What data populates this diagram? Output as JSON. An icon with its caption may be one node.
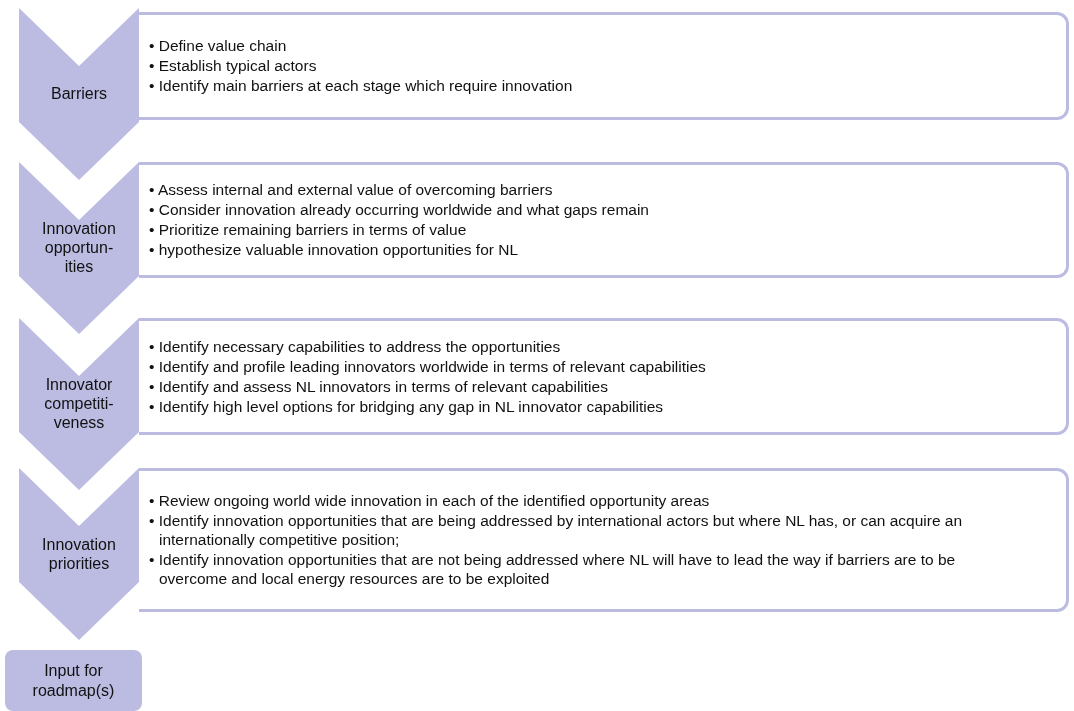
{
  "diagram": {
    "nodes": [
      {
        "text": [
          "Barriers"
        ]
      },
      {
        "text": [
          "• Define value chain",
          "• Establish typical actors",
          "• Identify main barriers at each stage which require innovation"
        ]
      },
      {
        "text": [
          "Innovation opportun-ities"
        ]
      },
      {
        "text": [
          "• Assess internal and external value of overcoming barriers",
          "• Consider innovation already occurring worldwide and what gaps remain",
          "• Prioritize remaining barriers in terms of value",
          "• hypothesize valuable innovation opportunities for NL"
        ]
      },
      {
        "text": [
          "Innovator competiti-veness"
        ]
      },
      {
        "text": [
          "• Identify necessary capabilities to address the opportunities",
          "• Identify and profile leading innovators worldwide in terms of relevant capabilities",
          "• Identify and assess NL innovators in terms of relevant capabilities",
          "• Identify high level options for bridging any gap in NL innovator capabilities"
        ]
      },
      {
        "text": [
          "Innovation priorities"
        ]
      },
      {
        "text": [
          "• Review ongoing world wide innovation in each of the identified opportunity areas",
          "• Identify innovation opportunities that are being addressed by international actors but where NL has, or can acquire an internationally competitive position;",
          "• Identify innovation opportunities that are not being addressed where NL will have to lead the way if barriers are to be overcome and local energy resources are to be exploited"
        ]
      },
      {
        "text": [
          "Input for roadmap(s)"
        ]
      }
    ],
    "edges": []
  }
}
